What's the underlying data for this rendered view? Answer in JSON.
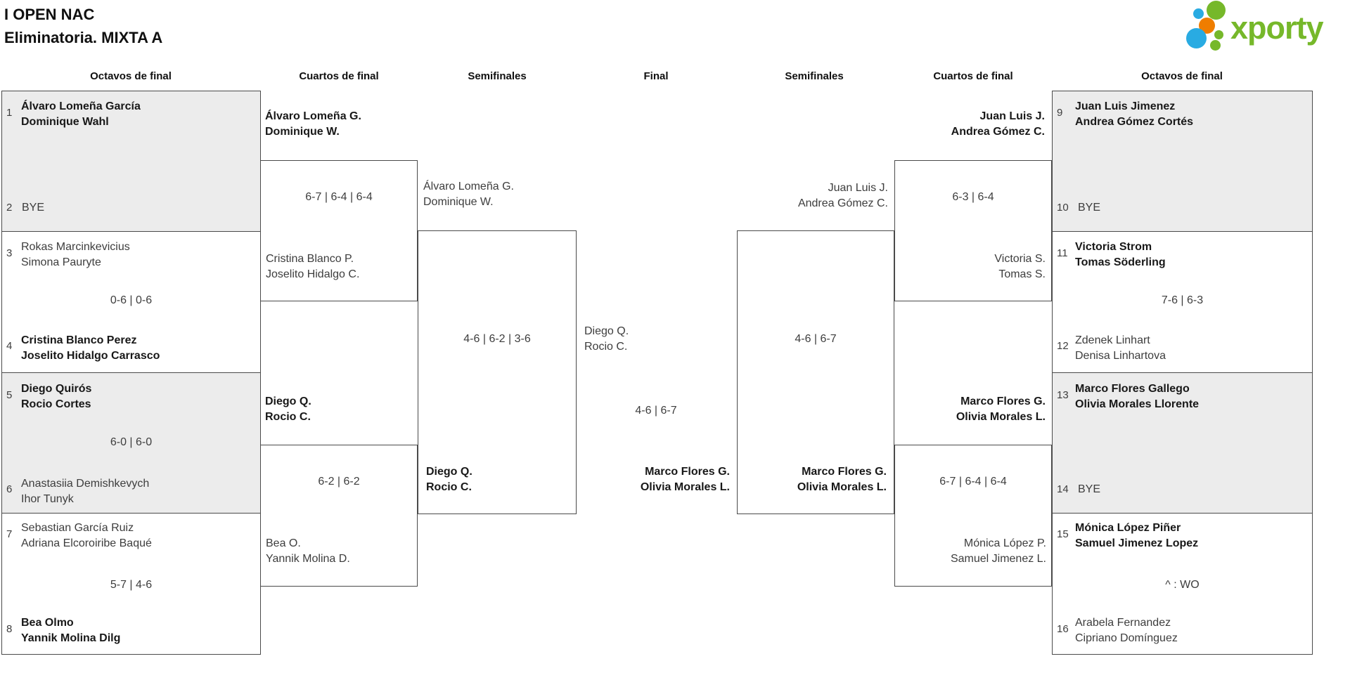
{
  "title": {
    "line1": "I OPEN NAC",
    "line2": "Eliminatoria. MIXTA A"
  },
  "logo": {
    "brand": "xporty",
    "green": "#76b82a",
    "blue": "#29abe2",
    "orange": "#ef7d00"
  },
  "round_headers": {
    "c1": "Octavos de final",
    "c2": "Cuartos de final",
    "c3": "Semifinales",
    "c4": "Final",
    "c5": "Semifinales",
    "c6": "Cuartos de final",
    "c7": "Octavos de final"
  },
  "r16_left": {
    "m1": {
      "seed_top": "1",
      "top1": "Álvaro Lomeña García",
      "top2": "Dominique Wahl",
      "seed_bottom": "2",
      "bottom_bye": "BYE"
    },
    "m2": {
      "seed_top": "3",
      "top1": "Rokas Marcinkevicius",
      "top2": "Simona Pauryte",
      "score": "0-6 | 0-6",
      "seed_bottom": "4",
      "bottom1": "Cristina Blanco Perez",
      "bottom2": "Joselito Hidalgo Carrasco"
    },
    "m3": {
      "seed_top": "5",
      "top1": "Diego Quirós",
      "top2": "Rocio Cortes",
      "score": "6-0 | 6-0",
      "seed_bottom": "6",
      "bottom1": "Anastasiia Demishkevych",
      "bottom2": "Ihor Tunyk"
    },
    "m4": {
      "seed_top": "7",
      "top1": "Sebastian García Ruiz",
      "top2": "Adriana Elcoroiribe Baqué",
      "score": "5-7 | 4-6",
      "seed_bottom": "8",
      "bottom1": "Bea Olmo",
      "bottom2": "Yannik Molina Dilg"
    }
  },
  "qf_left": {
    "m1": {
      "winner1": "Álvaro Lomeña G.",
      "winner2": "Dominique W.",
      "score": "6-7 | 6-4 | 6-4",
      "loser1": "Cristina Blanco P.",
      "loser2": "Joselito Hidalgo C."
    },
    "m2": {
      "winner1": "Diego Q.",
      "winner2": "Rocio C.",
      "score": "6-2 | 6-2",
      "loser1": "Bea O.",
      "loser2": "Yannik Molina D."
    }
  },
  "sf_left": {
    "top1": "Álvaro Lomeña G.",
    "top2": "Dominique W.",
    "score": "4-6 | 6-2 | 3-6",
    "winner1": "Diego Q.",
    "winner2": "Rocio C."
  },
  "final": {
    "top1": "Diego Q.",
    "top2": "Rocio C.",
    "score": "4-6 | 6-7",
    "winner1": "Marco Flores G.",
    "winner2": "Olivia Morales L."
  },
  "sf_right": {
    "top1": "Juan Luis J.",
    "top2": "Andrea Gómez C.",
    "score": "4-6 | 6-7",
    "winner1": "Marco Flores G.",
    "winner2": "Olivia Morales L."
  },
  "qf_right": {
    "m1": {
      "winner1": "Juan Luis J.",
      "winner2": "Andrea Gómez C.",
      "score": "6-3 | 6-4",
      "loser1": "Victoria S.",
      "loser2": "Tomas S."
    },
    "m2": {
      "winner1": "Marco Flores G.",
      "winner2": "Olivia Morales L.",
      "score": "6-7 | 6-4 | 6-4",
      "loser1": "Mónica López P.",
      "loser2": "Samuel Jimenez L."
    }
  },
  "r16_right": {
    "m1": {
      "seed_top": "9",
      "top1": "Juan Luis Jimenez",
      "top2": "Andrea Gómez Cortés",
      "seed_bottom": "10",
      "bottom_bye": "BYE"
    },
    "m2": {
      "seed_top": "11",
      "top1": "Victoria Strom",
      "top2": "Tomas Söderling",
      "score": "7-6 | 6-3",
      "seed_bottom": "12",
      "bottom1": "Zdenek Linhart",
      "bottom2": "Denisa Linhartova"
    },
    "m3": {
      "seed_top": "13",
      "top1": "Marco Flores Gallego",
      "top2": "Olivia Morales Llorente",
      "seed_bottom": "14",
      "bottom_bye": "BYE"
    },
    "m4": {
      "seed_top": "15",
      "top1": "Mónica López Piñer",
      "top2": "Samuel Jimenez Lopez",
      "score": "^ : WO",
      "seed_bottom": "16",
      "bottom1": "Arabela Fernandez",
      "bottom2": "Cipriano Domínguez"
    }
  }
}
